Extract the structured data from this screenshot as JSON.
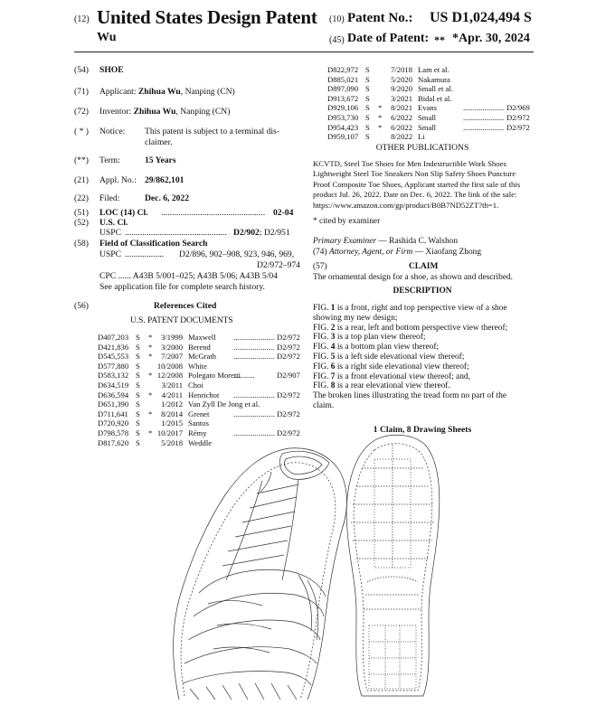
{
  "header": {
    "line1_code": "(12)",
    "title": "United States Design Patent",
    "inventor_surname": "Wu",
    "patent_no_code": "(10)",
    "patent_no_label": "Patent No.:",
    "patent_no": "US D1,024,494 S",
    "date_code": "(45)",
    "date_label": "Date of Patent:",
    "date_stars": "**",
    "date": "*Apr. 30, 2024"
  },
  "left_fields": [
    {
      "code": "(54)",
      "label": "SHOE"
    },
    {
      "code": "(71)",
      "label": "Applicant:",
      "value_bold": "Zhihua Wu",
      "value": ", Nanping (CN)"
    },
    {
      "code": "(72)",
      "label": "Inventor:",
      "value_bold": "Zhihua Wu",
      "value": ", Nanping (CN)"
    },
    {
      "code": "( * )",
      "label": "Notice:",
      "line1": "This patent is subject to a terminal dis-",
      "line2": "claimer."
    },
    {
      "code": "(**)",
      "label": "Term:",
      "value_bold": "15 Years"
    },
    {
      "code": "(21)",
      "label": "Appl. No.:",
      "value_bold": "29/862,101"
    },
    {
      "code": "(22)",
      "label": "Filed:",
      "value_bold": "Dec. 6, 2022"
    }
  ],
  "classification": {
    "loc_code": "(51)",
    "loc_label": "LOC (14) Cl.",
    "loc_dots": "................................................",
    "loc_value": "02-04",
    "us_code": "(52)",
    "us_label": "U.S. Cl.",
    "uspc_label": "USPC",
    "uspc_dots": "...............................................",
    "uspc_value_bold": "D2/902",
    "uspc_value": "; D2/951",
    "field_code": "(58)",
    "field_label": "Field of Classification Search",
    "field_uspc_label": "USPC",
    "field_dots": "..................",
    "field_line1": "D2/896, 902–908, 923, 946, 969,",
    "field_line2": "D2/972–974",
    "cpc_line": "CPC ...... A43B 5/001–025; A43B 5/06; A43B 5/04",
    "see_line": "See application file for complete search history."
  },
  "references": {
    "code": "(56)",
    "title": "References Cited",
    "us_title": "U.S. PATENT DOCUMENTS",
    "rows": [
      {
        "num": "D407,203",
        "s": "S",
        "star": "*",
        "date": "3/1999",
        "name": "Maxwell",
        "dots": "............................",
        "cls": "D2/972"
      },
      {
        "num": "D421,836",
        "s": "S",
        "star": "*",
        "date": "3/2000",
        "name": "Berend",
        "dots": "............................",
        "cls": "D2/972"
      },
      {
        "num": "D545,553",
        "s": "S",
        "star": "*",
        "date": "7/2007",
        "name": "McGrath",
        "dots": "..........................",
        "cls": "D2/972"
      },
      {
        "num": "D577,880",
        "s": "S",
        "star": "",
        "date": "10/2008",
        "name": "White",
        "dots": "",
        "cls": ""
      },
      {
        "num": "D583,132",
        "s": "S",
        "star": "*",
        "date": "12/2008",
        "name": "Polegato Moretti",
        "dots": "...........",
        "cls": "D2/907"
      },
      {
        "num": "D634,519",
        "s": "S",
        "star": "",
        "date": "3/2011",
        "name": "Choi",
        "dots": "",
        "cls": ""
      },
      {
        "num": "D636,594",
        "s": "S",
        "star": "*",
        "date": "4/2011",
        "name": "Henrichot",
        "dots": ".........................",
        "cls": "D2/972"
      },
      {
        "num": "D651,390",
        "s": "S",
        "star": "",
        "date": "1/2012",
        "name": "Van Zyll De Jong et al.",
        "dots": "",
        "cls": ""
      },
      {
        "num": "D711,641",
        "s": "S",
        "star": "*",
        "date": "8/2014",
        "name": "Grenet",
        "dots": "............................",
        "cls": "D2/972"
      },
      {
        "num": "D720,920",
        "s": "S",
        "star": "",
        "date": "1/2015",
        "name": "Santos",
        "dots": "",
        "cls": ""
      },
      {
        "num": "D798,578",
        "s": "S",
        "star": "*",
        "date": "10/2017",
        "name": "Rémy",
        "dots": "..............................",
        "cls": "D2/972"
      },
      {
        "num": "D817,620",
        "s": "S",
        "star": "",
        "date": "5/2018",
        "name": "Weddle",
        "dots": "",
        "cls": ""
      }
    ],
    "right_rows": [
      {
        "num": "D822,972",
        "s": "S",
        "star": "",
        "date": "7/2018",
        "name": "Lam et al.",
        "dots": "",
        "cls": ""
      },
      {
        "num": "D885,021",
        "s": "S",
        "star": "",
        "date": "5/2020",
        "name": "Nakamura",
        "dots": "",
        "cls": ""
      },
      {
        "num": "D897,090",
        "s": "S",
        "star": "",
        "date": "9/2020",
        "name": "Small et al.",
        "dots": "",
        "cls": ""
      },
      {
        "num": "D913,672",
        "s": "S",
        "star": "",
        "date": "3/2021",
        "name": "Bidal et al.",
        "dots": "",
        "cls": ""
      },
      {
        "num": "D929,106",
        "s": "S",
        "star": "*",
        "date": "8/2021",
        "name": "Evans",
        "dots": ".............................",
        "cls": "D2/969"
      },
      {
        "num": "D953,730",
        "s": "S",
        "star": "*",
        "date": "6/2022",
        "name": "Small",
        "dots": "..............................",
        "cls": "D2/972"
      },
      {
        "num": "D954,423",
        "s": "S",
        "star": "*",
        "date": "6/2022",
        "name": "Small",
        "dots": "..............................",
        "cls": "D2/972"
      },
      {
        "num": "D959,107",
        "s": "S",
        "star": "",
        "date": "8/2022",
        "name": "Li",
        "dots": "",
        "cls": ""
      }
    ]
  },
  "other_publications": {
    "title": "OTHER PUBLICATIONS",
    "lines": [
      "KCVTD, Steel Toe Shoes for Men Indestructible Work Shoes",
      "Lightweight Steel Toe Sneakers Non Slip Safety Shoes Puncture",
      "Proof Composite Toe Shoes, Applicant started the first sale of this",
      "product Jul. 26, 2022. Date on Dec. 6, 2022. The link of the sale:",
      "https://www.amazon.com/gp/product/B0B7ND52ZT?th=1."
    ]
  },
  "examiner": {
    "cited": "* cited by examiner",
    "primary_label": "Primary Examiner",
    "primary_name": " — Rashida C. Walshon",
    "agent_code": "(74)",
    "agent_label": "Attorney, Agent, or Firm",
    "agent_name": " — Xiaofang Zhong"
  },
  "claim": {
    "code": "(57)",
    "title": "CLAIM",
    "text": "The ornamental design for a shoe, as shown and described."
  },
  "description": {
    "title": "DESCRIPTION",
    "lines": [
      {
        "pre": "FIG. ",
        "num": "1",
        "post": " is a front, right and top perspective view of a shoe"
      },
      {
        "pre": "",
        "num": "",
        "post": "showing my new design;"
      },
      {
        "pre": "FIG. ",
        "num": "2",
        "post": " is a rear, left and bottom perspective view thereof;"
      },
      {
        "pre": "FIG. ",
        "num": "3",
        "post": " is a top plan view thereof;"
      },
      {
        "pre": "FIG. ",
        "num": "4",
        "post": " is a bottom plan view thereof;"
      },
      {
        "pre": "FIG. ",
        "num": "5",
        "post": " is a left side elevational view thereof;"
      },
      {
        "pre": "FIG. ",
        "num": "6",
        "post": " is a right side elevational view thereof;"
      },
      {
        "pre": "FIG. ",
        "num": "7",
        "post": " is a front elevational view thereof; and,"
      },
      {
        "pre": "FIG. ",
        "num": "8",
        "post": " is a rear elevational view thereof."
      },
      {
        "pre": "",
        "num": "",
        "post": "The broken lines illustrating the tread form no part of the"
      },
      {
        "pre": "",
        "num": "",
        "post": "claim."
      }
    ],
    "sheets": "1 Claim, 8 Drawing Sheets"
  }
}
